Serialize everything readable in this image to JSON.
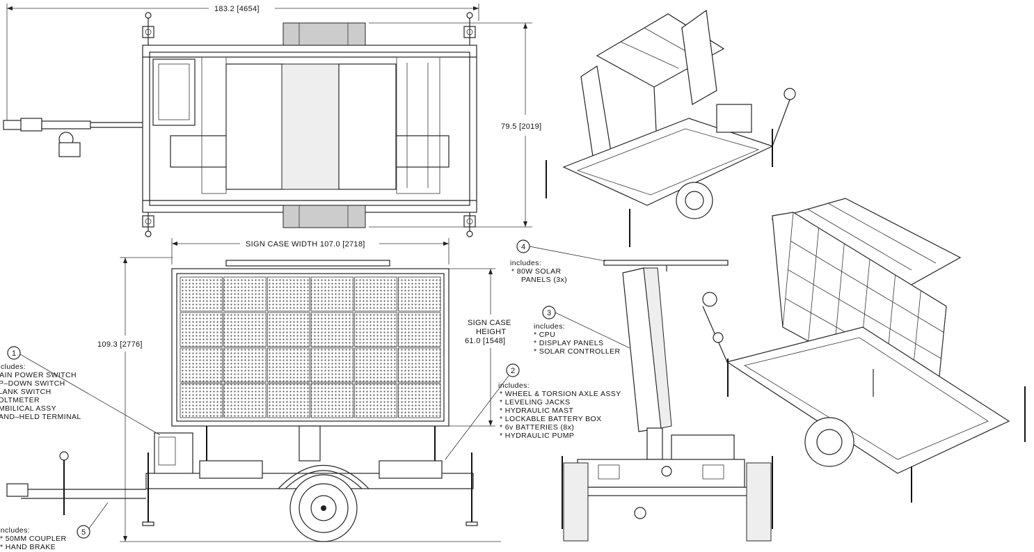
{
  "dimensions": {
    "overall_length": "183.2 [4654]",
    "overall_width": "79.5 [2019]",
    "sign_case_width": "SIGN CASE WIDTH 107.0 [2718]",
    "sign_case_height_line1": "SIGN CASE",
    "sign_case_height_line2": "HEIGHT",
    "sign_case_height_line3": "61.0 [1548]",
    "overall_height": "109.3 [2776]"
  },
  "callouts": [
    {
      "number": "1",
      "header": "includes:",
      "items": [
        "MAIN POWER SWITCH",
        "UP–DOWN SWITCH",
        "BLANK SWITCH",
        "VOLTMETER",
        "UMBILICAL ASSY",
        "HAND–HELD TERMINAL"
      ]
    },
    {
      "number": "2",
      "header": "includes:",
      "items": [
        "* WHEEL & TORSION AXLE ASSY",
        "* LEVELING JACKS",
        "* HYDRAULIC MAST",
        "* LOCKABLE BATTERY BOX",
        "* 6v BATTERIES (8x)",
        "* HYDRAULIC PUMP"
      ]
    },
    {
      "number": "3",
      "header": "includes:",
      "items": [
        "* CPU",
        "* DISPLAY PANELS",
        "* SOLAR CONTROLLER"
      ]
    },
    {
      "number": "4",
      "header": "includes:",
      "items": [
        "* 80W SOLAR",
        "PANELS (3x)"
      ]
    },
    {
      "number": "5",
      "header": "includes:",
      "items": [
        "* 50MM COUPLER",
        "* HAND BRAKE"
      ]
    }
  ]
}
